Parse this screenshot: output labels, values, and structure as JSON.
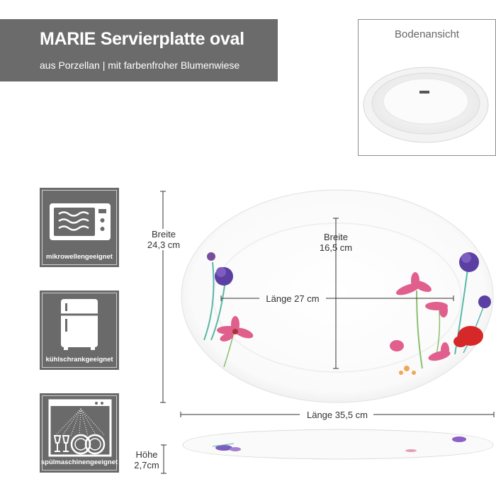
{
  "header": {
    "title": "MARIE Servierplatte oval",
    "subtitle": "aus Porzellan | mit farbenfroher Blumenwiese"
  },
  "bottom_view": {
    "label": "Bodenansicht"
  },
  "features": [
    {
      "label": "mikrowellengeeignet",
      "icon": "microwave-icon"
    },
    {
      "label": "kühlschrankgeeignet",
      "icon": "fridge-icon"
    },
    {
      "label": "spülmaschinengeeignet",
      "icon": "dishwasher-icon"
    }
  ],
  "dimensions": {
    "outer_width_label": "Breite",
    "outer_width_value": "24,3 cm",
    "inner_width_label": "Breite",
    "inner_width_value": "16,5 cm",
    "inner_length": "Länge 27 cm",
    "outer_length": "Länge 35,5 cm",
    "height_label": "Höhe",
    "height_value": "2,7cm"
  },
  "colors": {
    "header_bg": "#6b6b6b",
    "icon_box_bg": "#6a6a6a",
    "flower_purple": "#6b3fa0",
    "flower_pink": "#d9487a",
    "flower_red": "#d62828",
    "stem_teal": "#59b8a8"
  }
}
